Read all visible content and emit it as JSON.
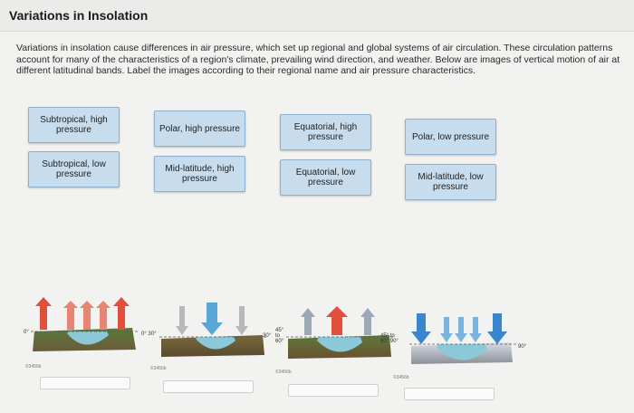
{
  "header": {
    "title": "Variations in Insolation"
  },
  "instructions": {
    "text": "Variations in insolation cause differences in air pressure, which set up regional and global systems of air circulation. These circulation patterns account for many of the characteristics of a region's climate, prevailing wind direction, and weather. Below are images of vertical motion of air at different latitudinal bands. Label the images according to their regional name and air pressure characteristics."
  },
  "labels": [
    {
      "text": "Subtropical, high pressure"
    },
    {
      "text": "Polar, high pressure"
    },
    {
      "text": "Equatorial, high pressure"
    },
    {
      "text": "Polar, low pressure"
    },
    {
      "text": "Subtropical, low pressure"
    },
    {
      "text": "Mid-latitude, high pressure"
    },
    {
      "text": "Equatorial, low pressure"
    },
    {
      "text": "Mid-latitude, low pressure"
    }
  ],
  "scenes": [
    {
      "caption": "©3456b",
      "degrees_left": "0°",
      "degrees_right": "0°  30°",
      "air_motion": "rising",
      "arrow_color": "#e0503c"
    },
    {
      "caption": "©3456b",
      "degrees_left": "",
      "degrees_right": "30°",
      "air_motion": "sinking",
      "arrow_color": "#5aa6d6"
    },
    {
      "caption": "©3456b",
      "degrees_left": "45° to 60°",
      "degrees_right": "45° to 60°  90°",
      "air_motion": "rising",
      "arrow_color": "#e0503c"
    },
    {
      "caption": "©3456b",
      "degrees_left": "",
      "degrees_right": "90°",
      "air_motion": "sinking",
      "arrow_color": "#3a86cc"
    }
  ],
  "colors": {
    "label_fill": "#c7dced",
    "label_border": "#8eb0cc",
    "rising_arrow": "#e0503c",
    "sinking_arrow": "#4a96d6",
    "water": "#8cc9d8",
    "land": "#7a6a4a"
  }
}
